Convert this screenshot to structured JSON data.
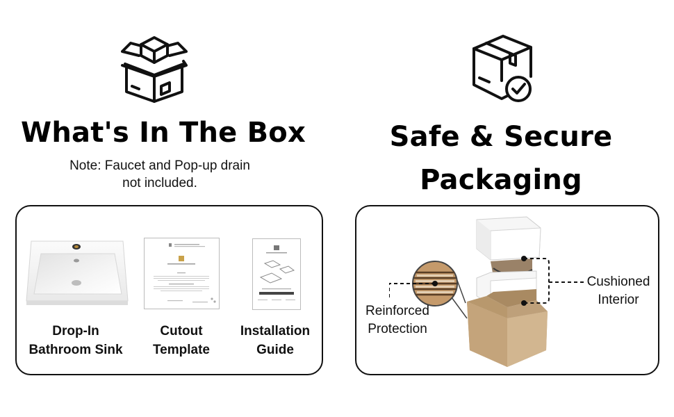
{
  "left": {
    "title": "What's In The Box",
    "note_line1": "Note: Faucet and Pop-up drain",
    "note_line2": "not included.",
    "items": [
      {
        "line1": "Drop-In",
        "line2": "Bathroom Sink"
      },
      {
        "line1": "Cutout",
        "line2": "Template"
      },
      {
        "line1": "Installation",
        "line2": "Guide"
      }
    ]
  },
  "right": {
    "title_line1": "Safe & Secure",
    "title_line2": "Packaging",
    "reinforced_line1": "Reinforced",
    "reinforced_line2": "Protection",
    "cushioned_line1": "Cushioned",
    "cushioned_line2": "Interior"
  },
  "colors": {
    "cardboard": "#c9ab83",
    "foam": "#f4f4f4",
    "ink": "#111111"
  },
  "icons": [
    "open-box-icon",
    "secure-box-icon"
  ]
}
